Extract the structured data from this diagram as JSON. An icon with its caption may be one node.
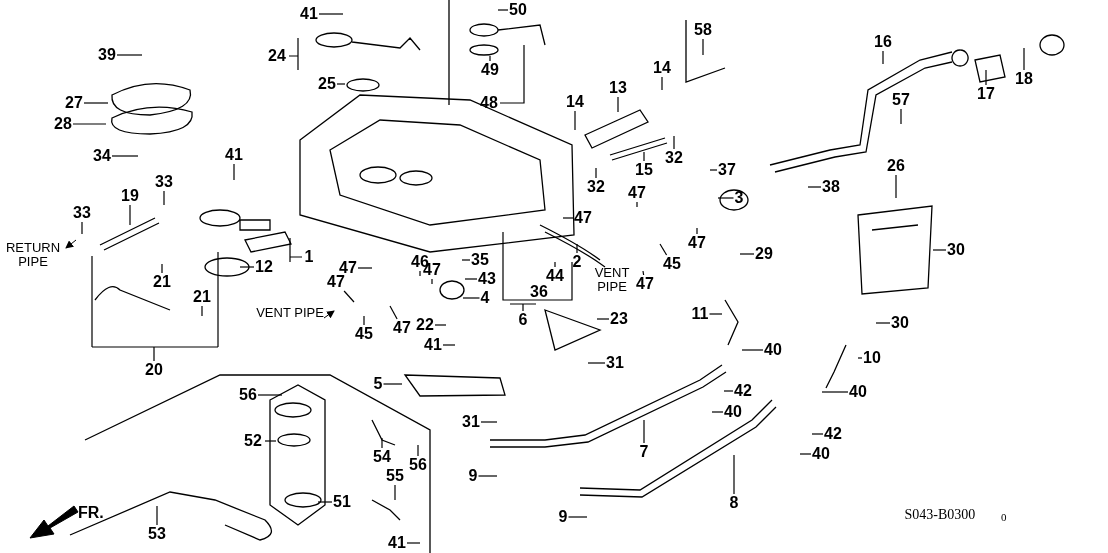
{
  "diagram": {
    "nodes": [
      {
        "text": [
          "50"
        ]
      },
      {
        "text": [
          "41"
        ]
      },
      {
        "text": [
          "58"
        ]
      },
      {
        "text": [
          "16"
        ]
      },
      {
        "text": [
          "39"
        ]
      },
      {
        "text": [
          "24"
        ]
      },
      {
        "text": [
          "14"
        ]
      },
      {
        "text": [
          "49"
        ]
      },
      {
        "text": [
          "18"
        ]
      },
      {
        "text": [
          "25"
        ]
      },
      {
        "text": [
          "13"
        ]
      },
      {
        "text": [
          "17"
        ]
      },
      {
        "text": [
          "57"
        ]
      },
      {
        "text": [
          "14"
        ]
      },
      {
        "text": [
          "48"
        ]
      },
      {
        "text": [
          "27"
        ]
      },
      {
        "text": [
          "28"
        ]
      },
      {
        "text": [
          "34"
        ]
      },
      {
        "text": [
          "41"
        ]
      },
      {
        "text": [
          "32"
        ]
      },
      {
        "text": [
          "26"
        ]
      },
      {
        "text": [
          "15"
        ]
      },
      {
        "text": [
          "37"
        ]
      },
      {
        "text": [
          "33"
        ]
      },
      {
        "text": [
          "32"
        ]
      },
      {
        "text": [
          "38"
        ]
      },
      {
        "text": [
          "19"
        ]
      },
      {
        "text": [
          "47"
        ]
      },
      {
        "text": [
          "3"
        ]
      },
      {
        "text": [
          "33"
        ]
      },
      {
        "text": [
          "47"
        ]
      },
      {
        "text": [
          "47"
        ]
      },
      {
        "text": [
          "29"
        ]
      },
      {
        "text": [
          "30"
        ]
      },
      {
        "text": [
          "1"
        ]
      },
      {
        "text": [
          "35"
        ]
      },
      {
        "text": [
          "46"
        ]
      },
      {
        "text": [
          "2"
        ]
      },
      {
        "text": [
          "45"
        ]
      },
      {
        "text": [
          "12"
        ]
      },
      {
        "text": [
          "47"
        ]
      },
      {
        "text": [
          "47"
        ]
      },
      {
        "text": [
          "44"
        ]
      },
      {
        "text": [
          "43"
        ]
      },
      {
        "text": [
          "21"
        ]
      },
      {
        "text": [
          "47"
        ]
      },
      {
        "text": [
          "36"
        ]
      },
      {
        "text": [
          "21"
        ]
      },
      {
        "text": [
          "4"
        ]
      },
      {
        "text": [
          "47"
        ]
      },
      {
        "text": [
          "11"
        ]
      },
      {
        "text": [
          "47"
        ]
      },
      {
        "text": [
          "23"
        ]
      },
      {
        "text": [
          "6"
        ]
      },
      {
        "text": [
          "30"
        ]
      },
      {
        "text": [
          "22"
        ]
      },
      {
        "text": [
          "45"
        ]
      },
      {
        "text": [
          "41"
        ]
      },
      {
        "text": [
          "40"
        ]
      },
      {
        "text": [
          "10"
        ]
      },
      {
        "text": [
          "31"
        ]
      },
      {
        "text": [
          "20"
        ]
      },
      {
        "text": [
          "5"
        ]
      },
      {
        "text": [
          "42"
        ]
      },
      {
        "text": [
          "56"
        ]
      },
      {
        "text": [
          "40"
        ]
      },
      {
        "text": [
          "40"
        ]
      },
      {
        "text": [
          "31"
        ]
      },
      {
        "text": [
          "42"
        ]
      },
      {
        "text": [
          "52"
        ]
      },
      {
        "text": [
          "7"
        ]
      },
      {
        "text": [
          "40"
        ]
      },
      {
        "text": [
          "54"
        ]
      },
      {
        "text": [
          "56"
        ]
      },
      {
        "text": [
          "55"
        ]
      },
      {
        "text": [
          "9"
        ]
      },
      {
        "text": [
          "51"
        ]
      },
      {
        "text": [
          "8"
        ]
      },
      {
        "text": [
          "9"
        ]
      },
      {
        "text": [
          "53"
        ]
      },
      {
        "text": [
          "41"
        ]
      }
    ],
    "edges": [
      {
        "from": 0,
        "to": null,
        "arrow": "none"
      },
      {
        "from": 1,
        "to": null,
        "arrow": "none"
      },
      {
        "from": 2,
        "to": null,
        "arrow": "none"
      },
      {
        "from": 3,
        "to": null,
        "arrow": "none"
      },
      {
        "from": 4,
        "to": null,
        "arrow": "none"
      },
      {
        "from": 5,
        "to": null,
        "arrow": "none"
      },
      {
        "from": 6,
        "to": null,
        "arrow": "none"
      },
      {
        "from": 7,
        "to": null,
        "arrow": "none"
      },
      {
        "from": 8,
        "to": null,
        "arrow": "none"
      },
      {
        "from": 9,
        "to": null,
        "arrow": "none"
      },
      {
        "from": 10,
        "to": null,
        "arrow": "none"
      },
      {
        "from": 11,
        "to": null,
        "arrow": "none"
      },
      {
        "from": 12,
        "to": null,
        "arrow": "none"
      },
      {
        "from": 13,
        "to": null,
        "arrow": "none"
      },
      {
        "from": 14,
        "to": null,
        "arrow": "none"
      },
      {
        "from": 15,
        "to": null,
        "arrow": "none"
      },
      {
        "from": 16,
        "to": null,
        "arrow": "none"
      },
      {
        "from": 17,
        "to": null,
        "arrow": "none"
      },
      {
        "from": 18,
        "to": null,
        "arrow": "none"
      },
      {
        "from": 19,
        "to": null,
        "arrow": "none"
      },
      {
        "from": 20,
        "to": null,
        "arrow": "none"
      },
      {
        "from": 21,
        "to": null,
        "arrow": "none"
      },
      {
        "from": 22,
        "to": null,
        "arrow": "none"
      },
      {
        "from": 23,
        "to": null,
        "arrow": "none"
      },
      {
        "from": 24,
        "to": null,
        "arrow": "none"
      },
      {
        "from": 25,
        "to": null,
        "arrow": "none"
      },
      {
        "from": 26,
        "to": null,
        "arrow": "none"
      },
      {
        "from": 27,
        "to": null,
        "arrow": "none"
      },
      {
        "from": 28,
        "to": null,
        "arrow": "none"
      },
      {
        "from": 29,
        "to": null,
        "arrow": "none"
      },
      {
        "from": 30,
        "to": null,
        "arrow": "none"
      },
      {
        "from": 31,
        "to": null,
        "arrow": "none"
      },
      {
        "from": 32,
        "to": null,
        "arrow": "none"
      },
      {
        "from": 33,
        "to": null,
        "arrow": "none"
      },
      {
        "from": 34,
        "to": null,
        "arrow": "none"
      },
      {
        "from": 35,
        "to": null,
        "arrow": "none"
      },
      {
        "from": 36,
        "to": null,
        "arrow": "none"
      },
      {
        "from": 37,
        "to": null,
        "arrow": "none"
      },
      {
        "from": 38,
        "to": null,
        "arrow": "none"
      },
      {
        "from": 39,
        "to": null,
        "arrow": "none"
      },
      {
        "from": 40,
        "to": null,
        "arrow": "none"
      },
      {
        "from": 41,
        "to": null,
        "arrow": "none"
      },
      {
        "from": 42,
        "to": null,
        "arrow": "none"
      },
      {
        "from": 43,
        "to": null,
        "arrow": "none"
      },
      {
        "from": 44,
        "to": null,
        "arrow": "none"
      },
      {
        "from": 45,
        "to": null,
        "arrow": "none"
      },
      {
        "from": 46,
        "to": null,
        "arrow": "none"
      },
      {
        "from": 47,
        "to": null,
        "arrow": "none"
      },
      {
        "from": 48,
        "to": null,
        "arrow": "none"
      },
      {
        "from": 49,
        "to": null,
        "arrow": "none"
      },
      {
        "from": 50,
        "to": null,
        "arrow": "none"
      },
      {
        "from": 51,
        "to": null,
        "arrow": "none"
      },
      {
        "from": 52,
        "to": null,
        "arrow": "none"
      },
      {
        "from": 53,
        "to": null,
        "arrow": "none"
      },
      {
        "from": 54,
        "to": null,
        "arrow": "none"
      },
      {
        "from": 55,
        "to": null,
        "arrow": "none"
      },
      {
        "from": 56,
        "to": null,
        "arrow": "none"
      },
      {
        "from": 57,
        "to": null,
        "arrow": "none"
      },
      {
        "from": 58,
        "to": null,
        "arrow": "none"
      },
      {
        "from": 59,
        "to": null,
        "arrow": "none"
      },
      {
        "from": 60,
        "to": null,
        "arrow": "none"
      },
      {
        "from": 61,
        "to": null,
        "arrow": "none"
      },
      {
        "from": 62,
        "to": null,
        "arrow": "none"
      },
      {
        "from": 63,
        "to": null,
        "arrow": "none"
      },
      {
        "from": 64,
        "to": null,
        "arrow": "none"
      },
      {
        "from": 65,
        "to": null,
        "arrow": "none"
      },
      {
        "from": 66,
        "to": null,
        "arrow": "none"
      },
      {
        "from": 67,
        "to": null,
        "arrow": "none"
      },
      {
        "from": 68,
        "to": null,
        "arrow": "none"
      },
      {
        "from": 69,
        "to": null,
        "arrow": "none"
      },
      {
        "from": 70,
        "to": null,
        "arrow": "none"
      },
      {
        "from": 71,
        "to": null,
        "arrow": "none"
      },
      {
        "from": 72,
        "to": null,
        "arrow": "none"
      },
      {
        "from": 73,
        "to": null,
        "arrow": "none"
      },
      {
        "from": 74,
        "to": null,
        "arrow": "none"
      },
      {
        "from": 75,
        "to": null,
        "arrow": "none"
      },
      {
        "from": 76,
        "to": null,
        "arrow": "none"
      },
      {
        "from": 77,
        "to": null,
        "arrow": "none"
      },
      {
        "from": 78,
        "to": null,
        "arrow": "none"
      },
      {
        "from": 79,
        "to": null,
        "arrow": "none"
      },
      {
        "from": 80,
        "to": null,
        "arrow": "none"
      }
    ],
    "labels": [
      "RETURN PIPE",
      "VENT PIPE",
      "VENT PIPE",
      "FR.",
      "S043-B0300",
      "0"
    ]
  }
}
